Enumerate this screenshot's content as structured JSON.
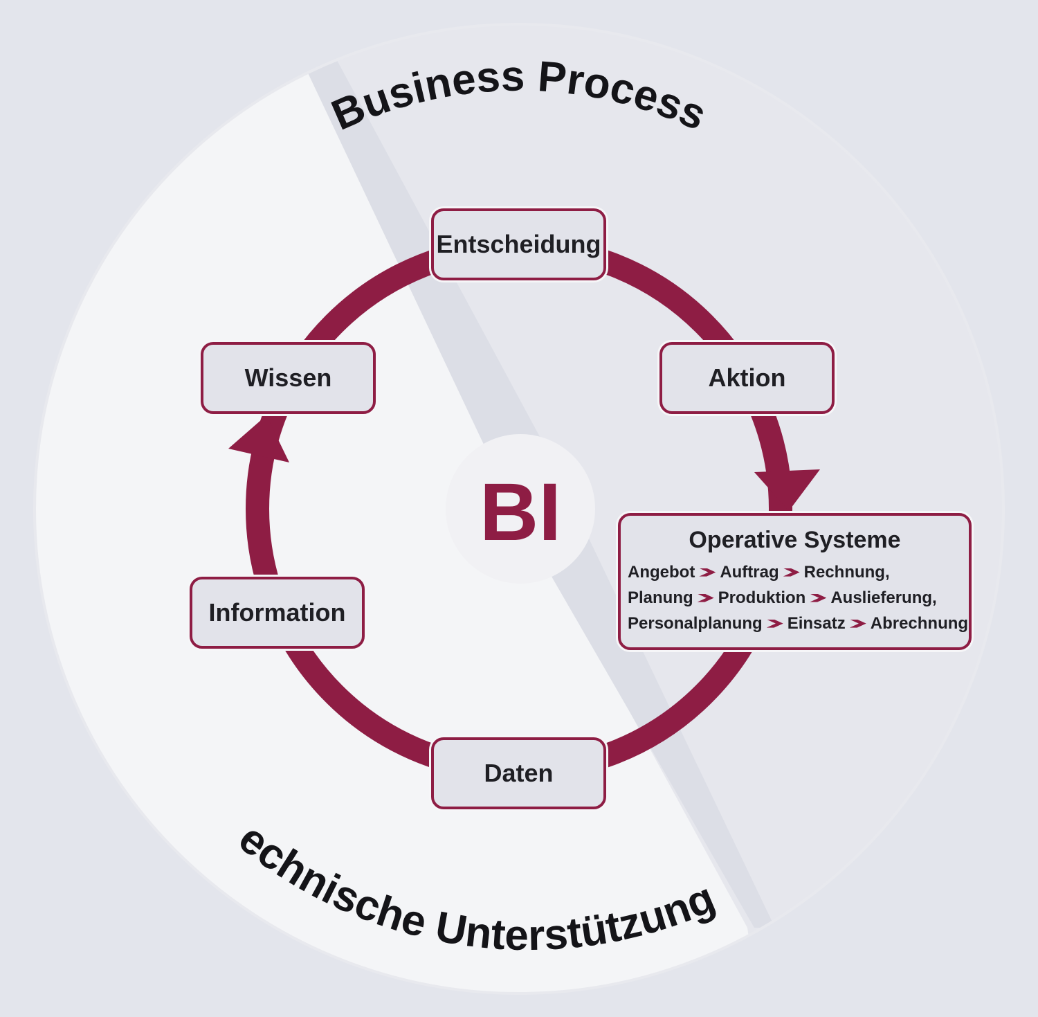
{
  "titles": {
    "business_process": "Business Process",
    "technische_unterstuetzung": "Technische Unterstützung"
  },
  "center": {
    "label": "BI"
  },
  "nodes": {
    "entscheidung": "Entscheidung",
    "aktion": "Aktion",
    "wissen": "Wissen",
    "information": "Information",
    "daten": "Daten"
  },
  "operative": {
    "title": "Operative Systeme",
    "line1": [
      "Angebot",
      "Auftrag",
      "Rechnung,"
    ],
    "line2": [
      "Planung",
      "Produktion",
      "Auslieferung,"
    ],
    "line3": [
      "Personalplanung",
      "Einsatz",
      "Abrechnung"
    ]
  },
  "colors": {
    "accent": "#8e1d44",
    "background": "#e3e5ec",
    "disc_light": "#f4f5f7",
    "disc_business": "#e6e7ed",
    "text": "#1f1f24"
  }
}
